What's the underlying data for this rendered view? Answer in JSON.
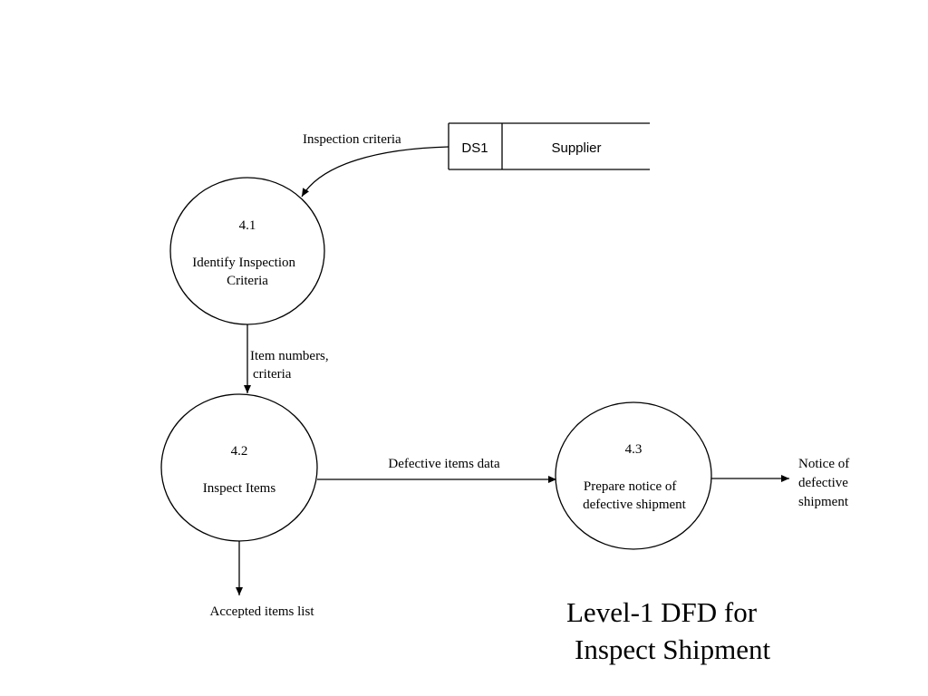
{
  "data_store": {
    "id": "DS1",
    "name": "Supplier"
  },
  "processes": [
    {
      "number": "4.1",
      "name_lines": [
        "Identify Inspection",
        "Criteria"
      ]
    },
    {
      "number": "4.2",
      "name_lines": [
        "Inspect Items"
      ]
    },
    {
      "number": "4.3",
      "name_lines": [
        "Prepare notice of",
        "defective shipment"
      ]
    }
  ],
  "flows": {
    "inspection_criteria": [
      "Inspection criteria"
    ],
    "item_numbers": [
      "Item numbers,",
      "criteria"
    ],
    "defective_items": [
      "Defective items data"
    ],
    "notice": [
      "Notice of",
      "defective",
      "shipment"
    ],
    "accepted": [
      "Accepted items list"
    ]
  },
  "title_lines": [
    "Level-1 DFD for",
    "Inspect Shipment"
  ],
  "colors": {
    "stroke": "#000000",
    "background": "#ffffff",
    "text": "#000000"
  }
}
